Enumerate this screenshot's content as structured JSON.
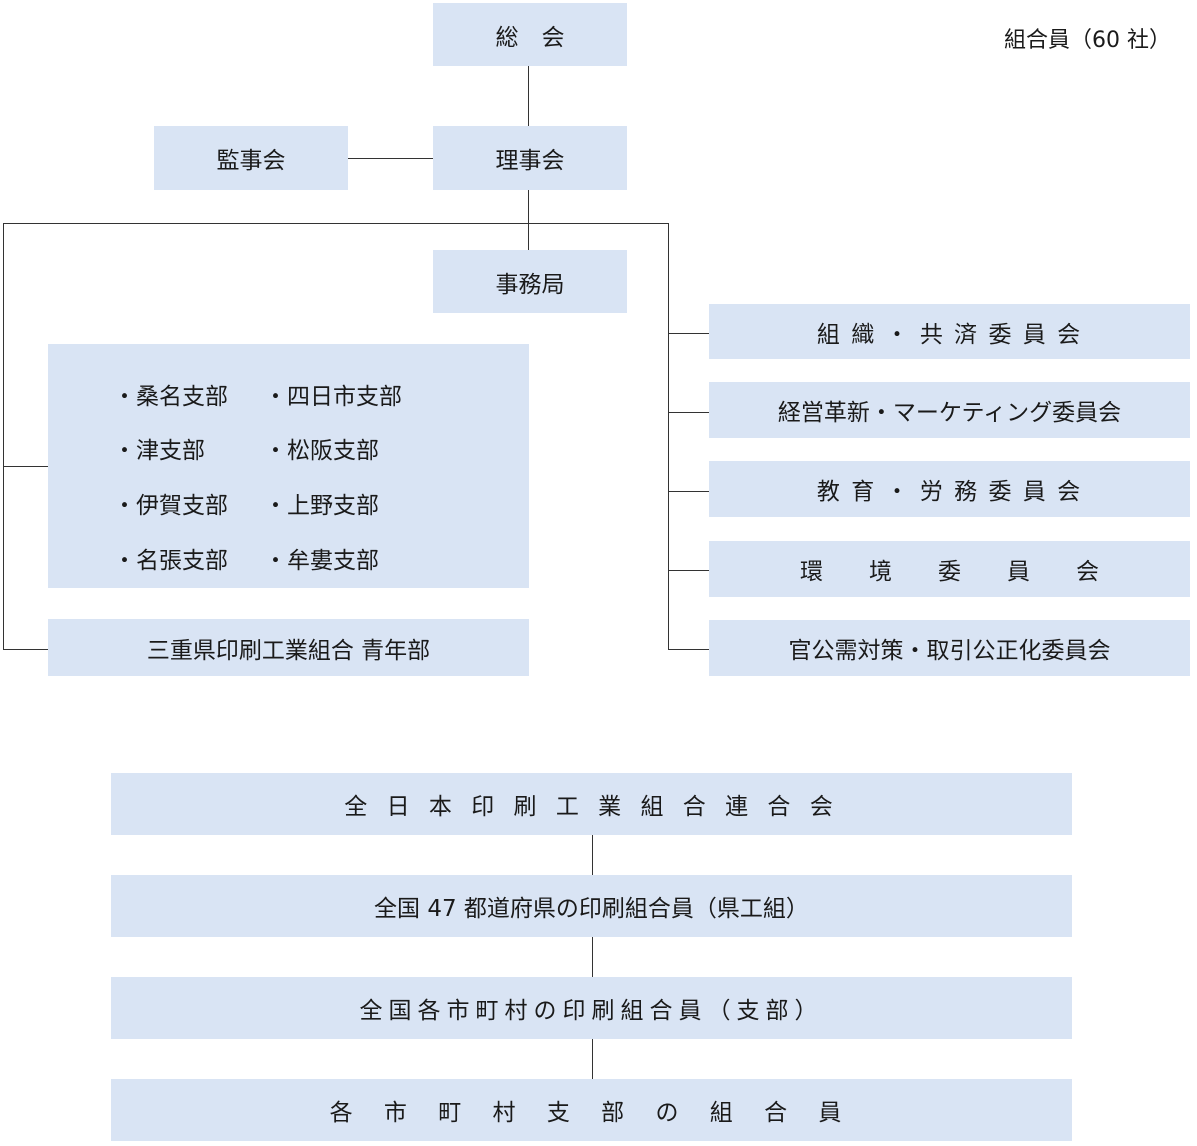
{
  "note": "組合員（60 社）",
  "top": {
    "general_meeting": "総　会",
    "board": "理事会",
    "auditors": "監事会",
    "secretariat": "事務局"
  },
  "branches": [
    "・桑名支部",
    "・四日市支部",
    "・津支部",
    "・松阪支部",
    "・伊賀支部",
    "・上野支部",
    "・名張支部",
    "・牟婁支部"
  ],
  "youth": "三重県印刷工業組合 青年部",
  "committees": [
    "組 織 ・ 共 済 委 員 会",
    "経営革新・マーケティング委員会",
    "教 育 ・ 労 務 委 員 会",
    "環　　境　　委　　員　　会",
    "官公需対策・取引公正化委員会"
  ],
  "federation": [
    "全 日 本 印 刷 工 業 組 合 連 合 会",
    "全国 47 都道府県の印刷組合員（県工組）",
    "全国各市町村の印刷組合員（支部）",
    "各 市 町 村 支 部 の 組 合 員"
  ]
}
